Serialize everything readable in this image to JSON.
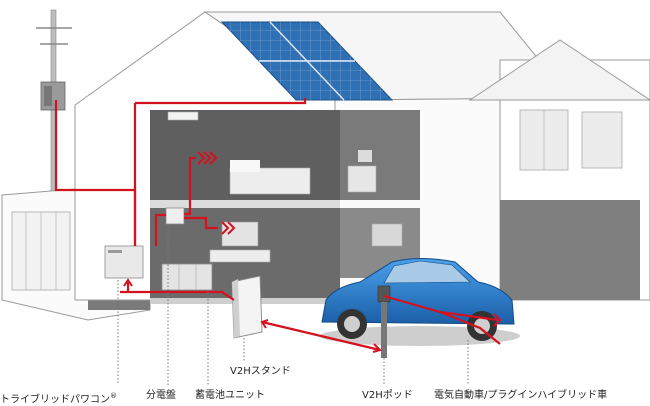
{
  "labels": {
    "tribrid_pcs": "トライブリッドパワコン",
    "registered_mark": "®",
    "distribution_board": "分電盤",
    "battery_unit": "蓄電池ユニット",
    "v2h_stand": "V2Hスタンド",
    "v2h_pod": "V2Hポッド",
    "ev_phev": "電気自動車/プラグインハイブリッド車"
  },
  "colors": {
    "power_line": "#d4121f",
    "house_wall": "#ffffff",
    "house_outline": "#9a9a9a",
    "interior_dark": "#6b6b6b",
    "interior_mid": "#8c8c8c",
    "solar_panel": "#2f6fb4",
    "car_body": "#2c7fd0"
  }
}
